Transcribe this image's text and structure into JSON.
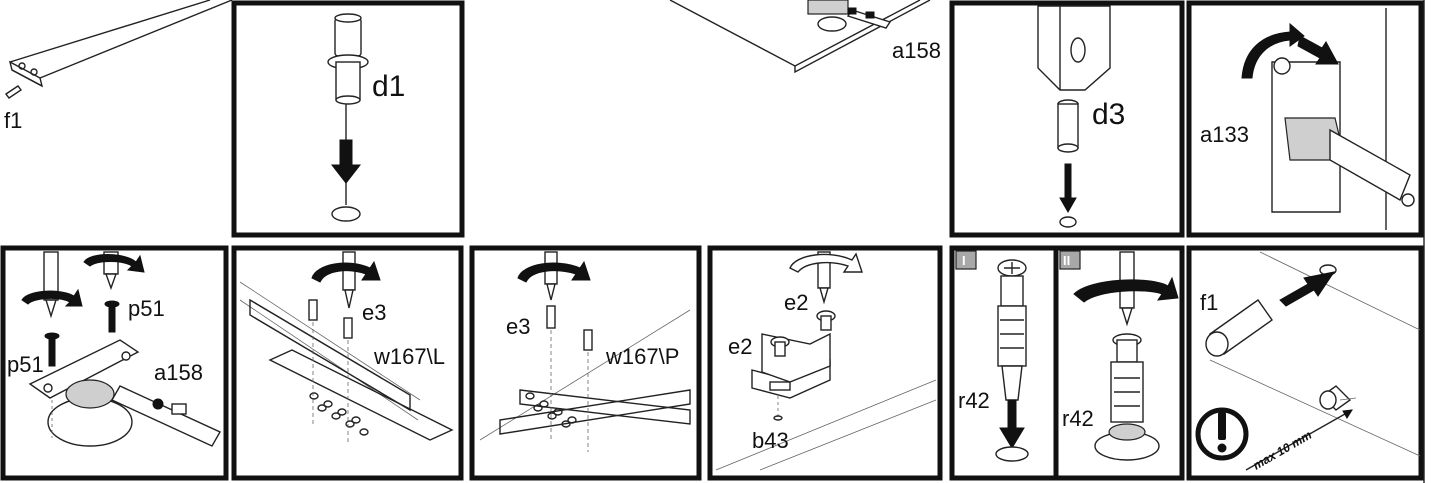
{
  "labels": {
    "f1_top": "f1",
    "d1": "d1",
    "a158_top": "a158",
    "d3": "d3",
    "a133": "a133",
    "p51_right": "p51",
    "p51_left": "p51",
    "a158_bottom": "a158",
    "e3_left_panel": "e3",
    "w167_L": "w167\\L",
    "e3_right_panel": "e3",
    "w167_P": "w167\\P",
    "e2_top": "e2",
    "e2_left": "e2",
    "b43": "b43",
    "step_I": "I",
    "step_II": "II",
    "r42_I": "r42",
    "r42_II": "r42",
    "f1_bottom": "f1",
    "max_10mm": "max 10 mm"
  },
  "icons": {
    "warning": "exclamation-circle-icon",
    "arrow_down": "arrow-down-icon",
    "rotate": "rotate-arrow-icon"
  }
}
